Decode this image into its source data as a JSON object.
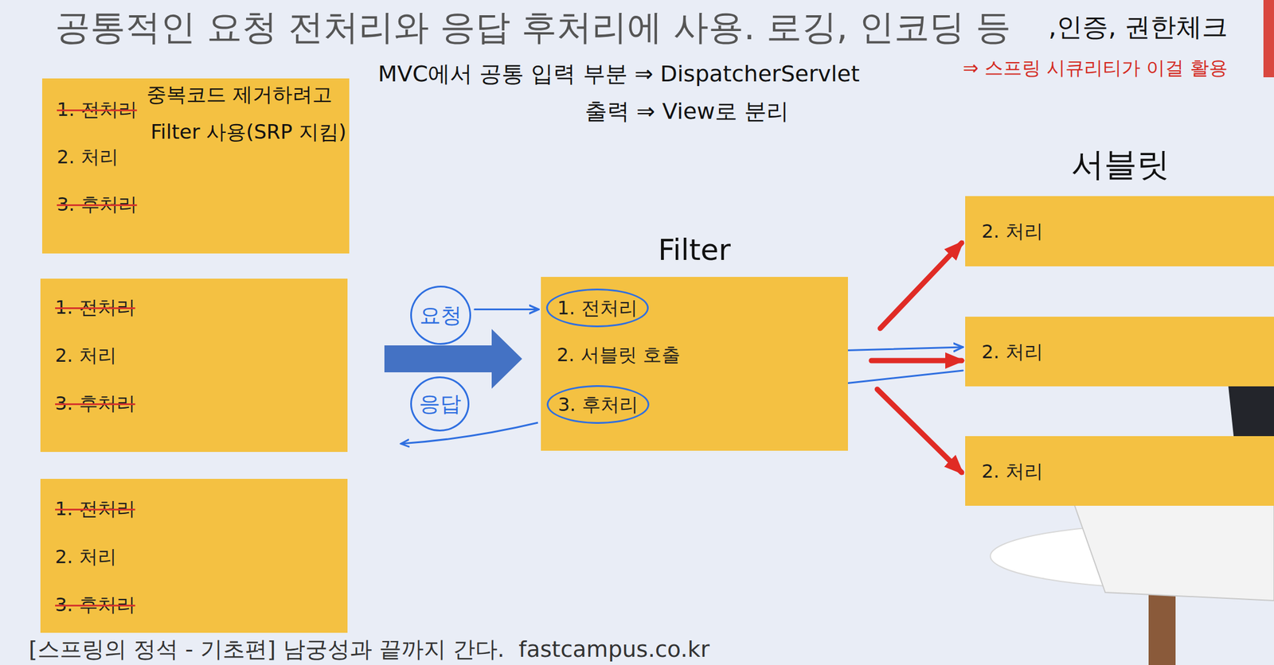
{
  "diagram": {
    "title": "공통적인 요청 전처리와 응답 후처리에 사용. 로깅, 인코딩 등",
    "caption": "[스프링의 정석 - 기초편] 남궁성과 끝까지 간다.  fastcampus.co.kr",
    "nodes": [
      {
        "text": [
          "1. 전처리",
          "2. 처리",
          "3. 후처리"
        ]
      },
      {
        "text": [
          "1. 전처리",
          "2. 처리",
          "3. 후처리"
        ]
      },
      {
        "text": [
          "1. 전처리",
          "2. 처리",
          "3. 후처리"
        ]
      },
      {
        "text": [
          "요청"
        ]
      },
      {
        "text": [
          "응답"
        ]
      },
      {
        "text": [
          "Filter",
          "1. 전처리",
          "2. 서블릿 호출",
          "3. 후처리"
        ]
      },
      {
        "text": [
          "2. 처리"
        ]
      },
      {
        "text": [
          "2. 처리"
        ]
      },
      {
        "text": [
          "2. 처리"
        ]
      }
    ],
    "edges": [
      {
        "from": 3,
        "to": 5,
        "arrow": "to"
      },
      {
        "from": 5,
        "to": 6,
        "arrow": "to"
      },
      {
        "from": 5,
        "to": 7,
        "arrow": "to"
      },
      {
        "from": 5,
        "to": 8,
        "arrow": "to"
      },
      {
        "from": 5,
        "to": 7,
        "arrow": "to"
      },
      {
        "from": 7,
        "to": 5,
        "arrow": "to"
      }
    ],
    "labels": [
      ",인증, 권한체크",
      "⇒ 스프링 시큐리티가 이걸 활용",
      "MVC에서 공통 입력 부분 ⇒ DispatcherServlet",
      "출력 ⇒ View로 분리",
      "중복코드 제거하려고",
      "Filter 사용(SRP 지킴)",
      "서블릿"
    ]
  }
}
